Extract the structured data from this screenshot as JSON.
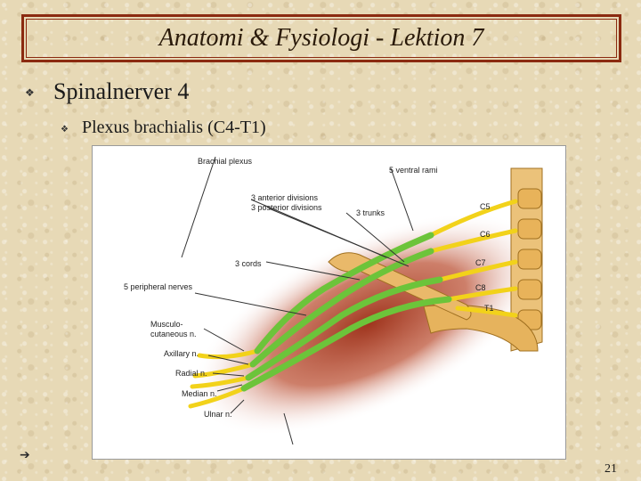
{
  "slide": {
    "title": "Anatomi & Fysiologi - Lektion 7",
    "heading": "Spinalnerver 4",
    "subheading": "Plexus brachialis (C4-T1)",
    "page_number": "21"
  },
  "figure": {
    "labels": {
      "brachial_plexus": "Brachial plexus",
      "ventral_rami": "5 ventral rami",
      "anterior_divisions": "3 anterior divisions",
      "posterior_divisions": "3 posterior divisions",
      "trunks": "3 trunks",
      "cords": "3 cords",
      "peripheral_nerves": "5 peripheral nerves",
      "musculocutaneous_1": "Musculo-",
      "musculocutaneous_2": "cutaneous n.",
      "axillary": "Axillary n.",
      "radial": "Radial n.",
      "median": "Median n.",
      "ulnar": "Ulnar n.",
      "c5": "C5",
      "c6": "C6",
      "c7": "C7",
      "c8": "C8",
      "t1": "T1"
    }
  },
  "icons": {
    "bullet": "diamond-bullet-icon",
    "arrow": "right-arrow-icon"
  },
  "colors": {
    "title_border": "#8b2a10",
    "nerve_green": "#6cc43a",
    "nerve_yellow": "#f2d21a",
    "bone": "#e7b458",
    "muscle": "#a8321a"
  }
}
